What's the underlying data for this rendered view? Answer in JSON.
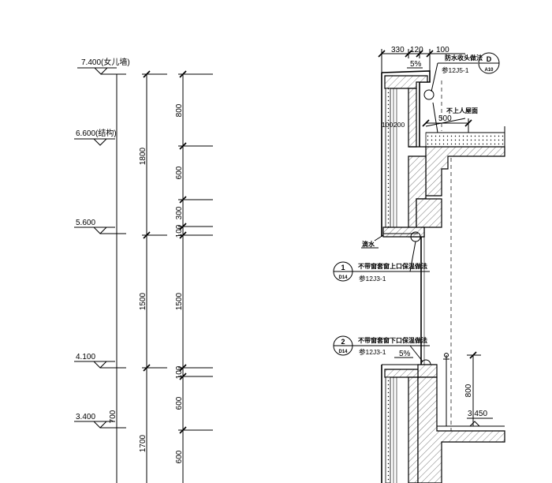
{
  "elevations": {
    "parapet": "7.400(女儿墙)",
    "structure": "6.600(结构)",
    "e5600": "5.600",
    "e4100": "4.100",
    "e3400": "3.400"
  },
  "dims_total": {
    "d1800": "1800",
    "d1500": "1500",
    "d1700": "1700",
    "d700": "700"
  },
  "dims_detail": {
    "d800": "800",
    "d600a": "600",
    "d300": "300",
    "d100a": "100",
    "d1500": "1500",
    "d100b": "100",
    "d600b": "600",
    "d600c": "600"
  },
  "top_dims": {
    "d330": "330",
    "d120": "120",
    "d100": "100"
  },
  "section": {
    "slope_top": "5%",
    "slope_sill": "5%",
    "d200": "200",
    "d100": "100",
    "d500": "500",
    "d800": "800",
    "e3450": "3.450",
    "roof_label": "不上人屋面",
    "drip_label": "滴水",
    "note_d": "防水收头做法",
    "ref_d": "参12J5-1",
    "bubble_d_top": "D",
    "bubble_d_bot": "A10",
    "note_1": "不带窗套窗上口保温做法",
    "ref_1": "参12J3-1",
    "bubble_1_top": "1",
    "bubble_1_bot": "D14",
    "note_2": "不带窗套窗下口保温做法",
    "ref_2": "参12J3-1",
    "bubble_2_top": "2",
    "bubble_2_bot": "D14"
  }
}
